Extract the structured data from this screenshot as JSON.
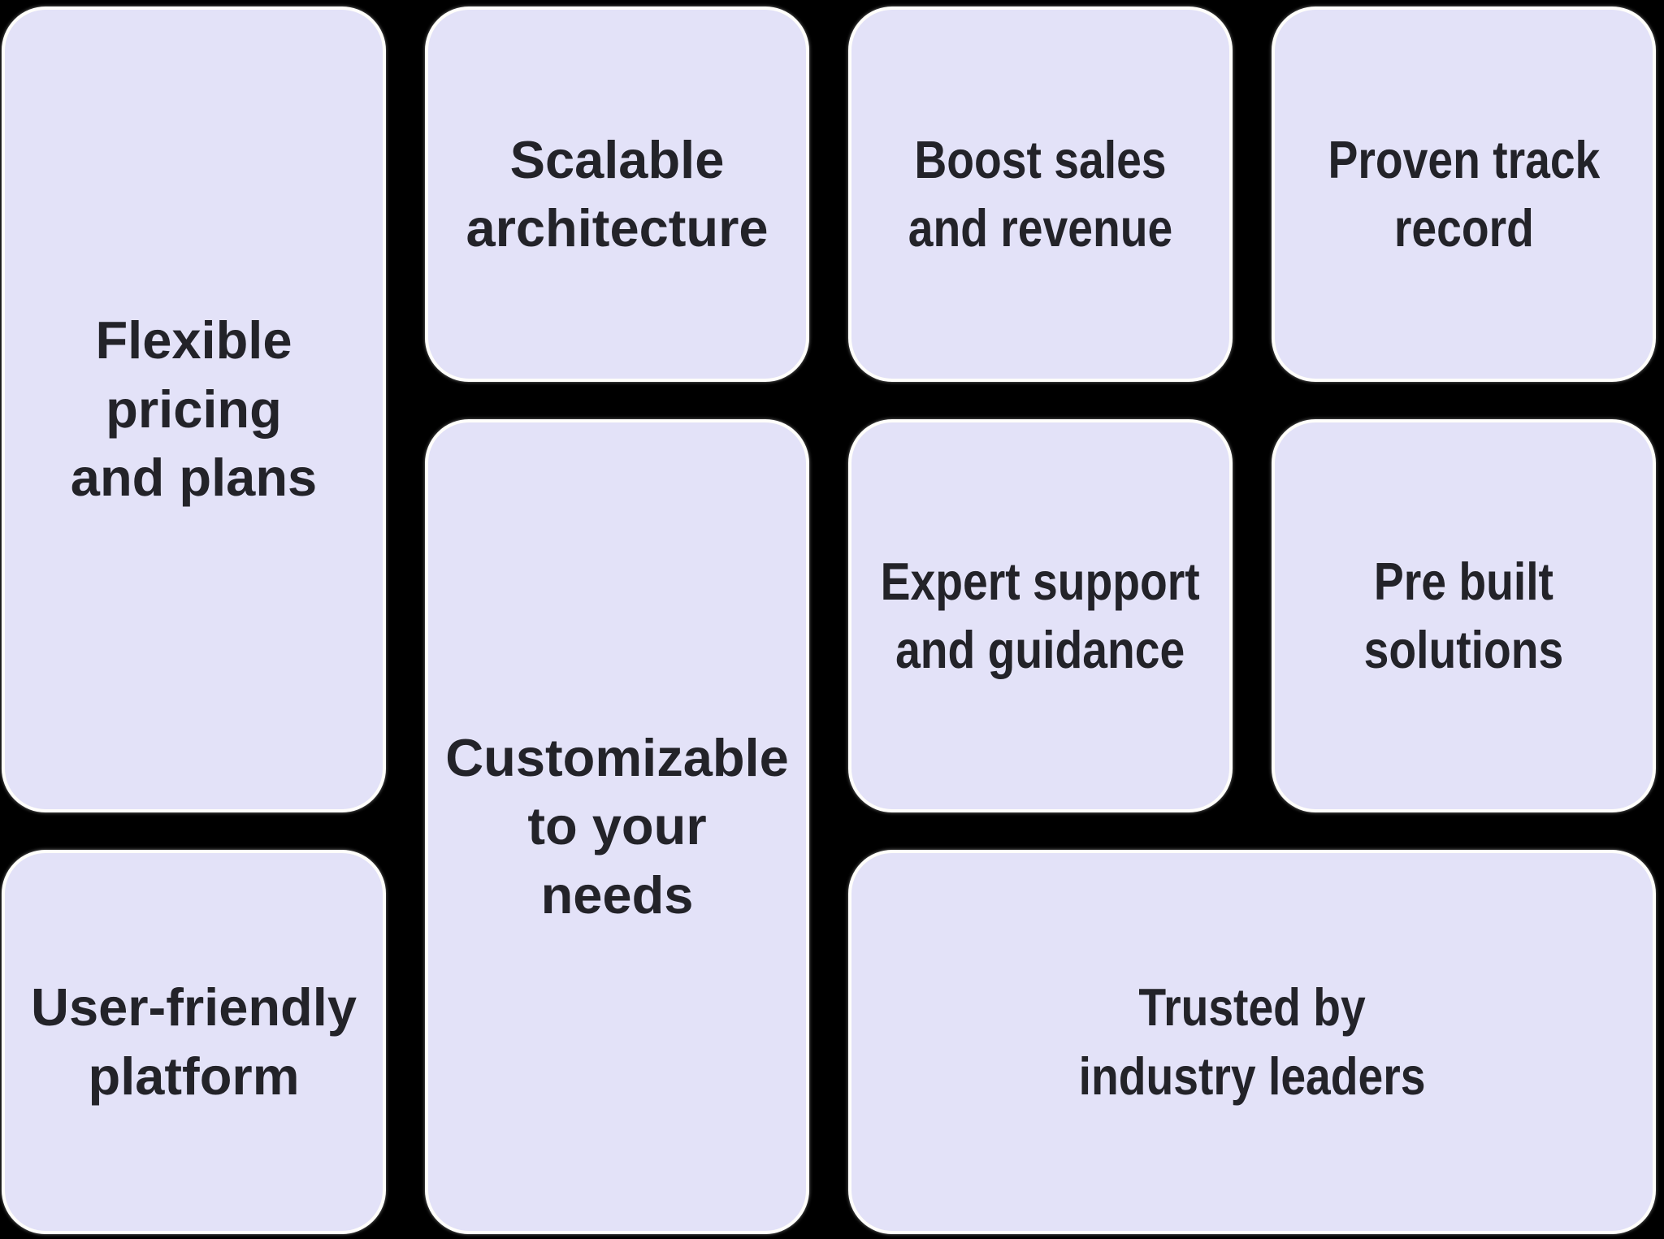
{
  "colors": {
    "background": "#000000",
    "card_fill": "#e3e2f8",
    "card_border": "#fffefb",
    "text": "#232329"
  },
  "cards": [
    {
      "id": "flexible-pricing",
      "label": "Flexible\npricing\nand plans"
    },
    {
      "id": "scalable-architecture",
      "label": "Scalable\narchitecture"
    },
    {
      "id": "boost-sales",
      "label": "Boost sales\nand revenue"
    },
    {
      "id": "proven-track-record",
      "label": "Proven track\nrecord"
    },
    {
      "id": "customizable",
      "label": "Customizable\nto your\nneeds"
    },
    {
      "id": "expert-support",
      "label": "Expert support\nand guidance"
    },
    {
      "id": "pre-built-solutions",
      "label": "Pre built\nsolutions"
    },
    {
      "id": "user-friendly",
      "label": "User-friendly\nplatform"
    },
    {
      "id": "trusted-by-leaders",
      "label": "Trusted by\nindustry leaders"
    }
  ]
}
